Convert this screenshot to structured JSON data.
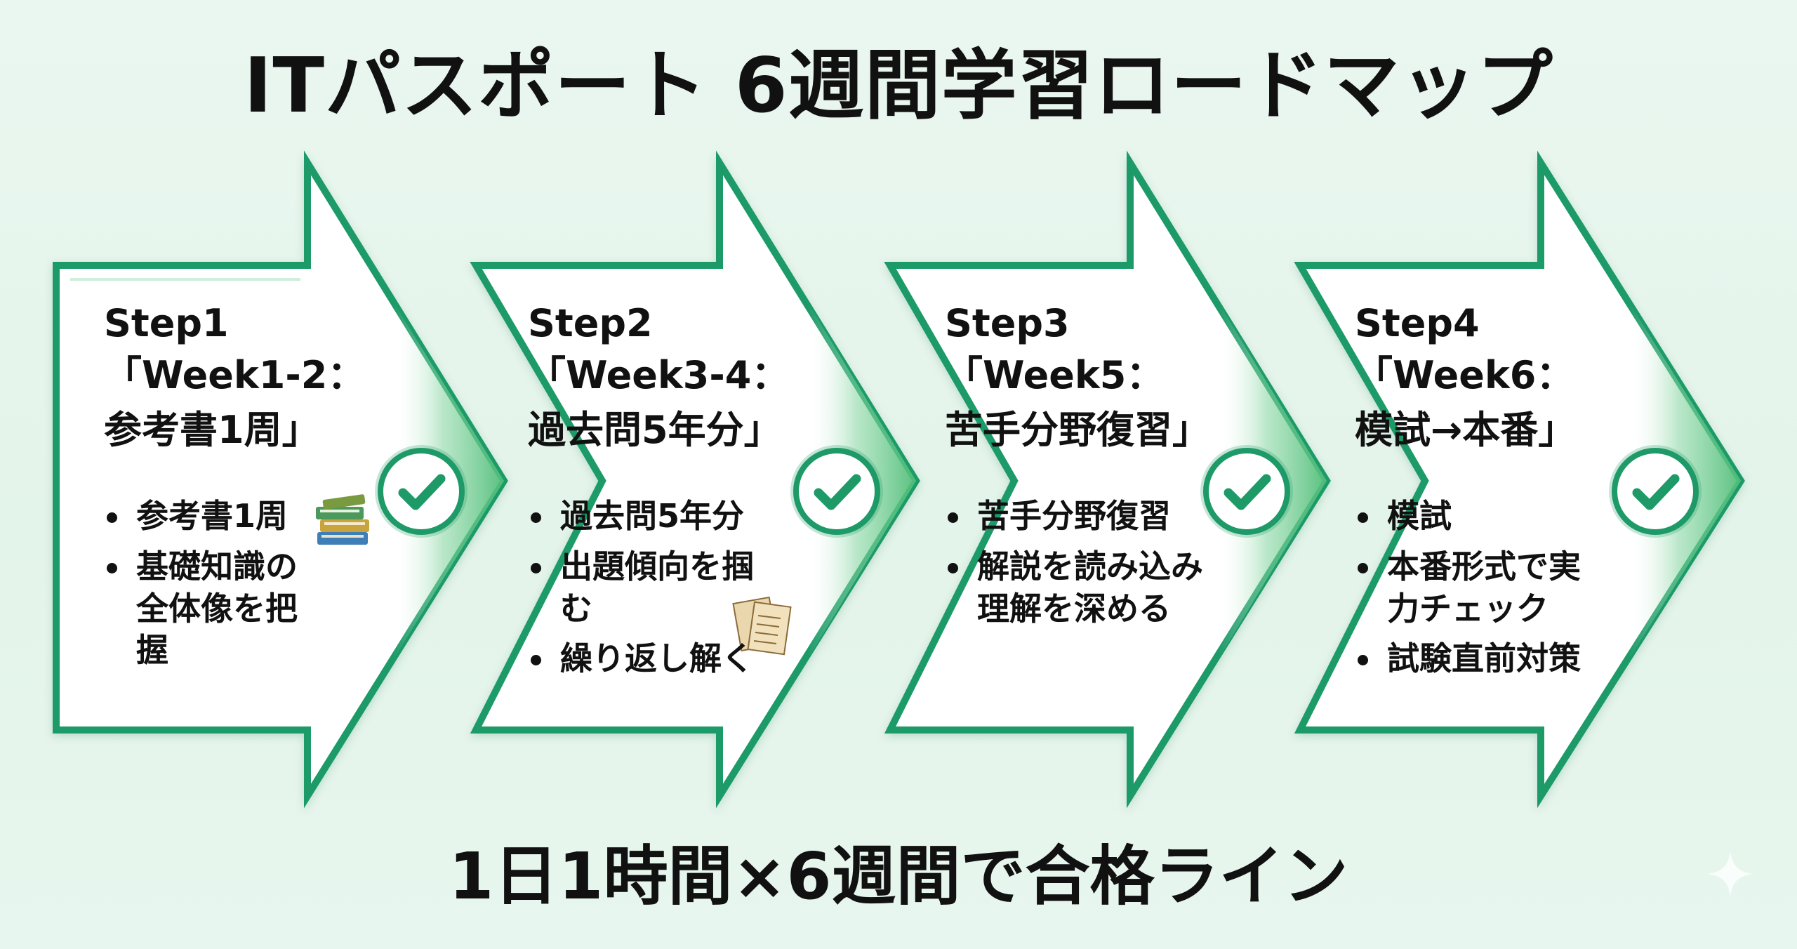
{
  "title": "ITパスポート 6週間学習ロードマップ",
  "footer": "1日1時間×6週間で合格ライン",
  "colors": {
    "arrow_border": "#1e9a68",
    "arrow_fill": "#ffffff",
    "arrow_shade": "#58c282",
    "check_circle_bg": "#ffffff",
    "check_mark": "#1e9a68",
    "background": "#e6f6ed"
  },
  "steps": [
    {
      "step": "Step1",
      "week_lines": [
        "「Week1-2：",
        "参考書1周」"
      ],
      "bullets": [
        "参考書1周",
        "基礎知識の全体像を把握"
      ],
      "icon": "books-icon",
      "status_icon": "check-circle-icon"
    },
    {
      "step": "Step2",
      "week_lines": [
        "「Week3-4：",
        "過去問5年分」"
      ],
      "bullets": [
        "過去問5年分",
        "出題傾向を掴む",
        "繰り返し解く"
      ],
      "icon": "papers-icon",
      "status_icon": "check-circle-icon"
    },
    {
      "step": "Step3",
      "week_lines": [
        "「Week5：",
        "苦手分野復習」"
      ],
      "bullets": [
        "苦手分野復習",
        "解説を読み込み理解を深める"
      ],
      "status_icon": "check-circle-icon"
    },
    {
      "step": "Step4",
      "week_lines": [
        "「Week6：",
        "模試→本番」"
      ],
      "bullets": [
        "模試",
        "本番形式で実力チェック",
        "試験直前対策"
      ],
      "status_icon": "check-circle-icon"
    }
  ]
}
